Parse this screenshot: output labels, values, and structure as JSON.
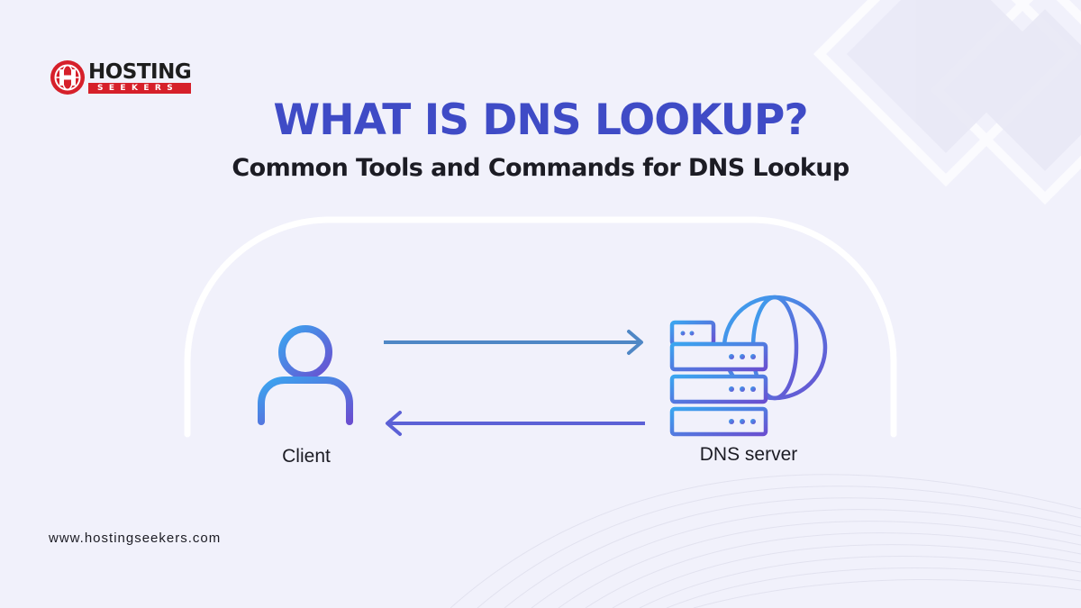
{
  "brand": {
    "logo_word": "HOSTING",
    "logo_sub": "SEEKERS",
    "website": "www.hostingseekers.com"
  },
  "header": {
    "title": "WHAT IS DNS LOOKUP?",
    "subtitle": "Common Tools and Commands for DNS Lookup"
  },
  "diagram": {
    "client_label": "Client",
    "server_label": "DNS server",
    "client_icon": "user-icon",
    "server_icon": "server-globe-icon"
  },
  "colors": {
    "title": "#3f4bc6",
    "background": "#f1f1fb",
    "brand_red": "#d6202a",
    "arrow_top": "#4f87c5",
    "arrow_bottom": "#5c61d6",
    "icon_gradient_start": "#3aa6f0",
    "icon_gradient_end": "#6a4fd0"
  }
}
